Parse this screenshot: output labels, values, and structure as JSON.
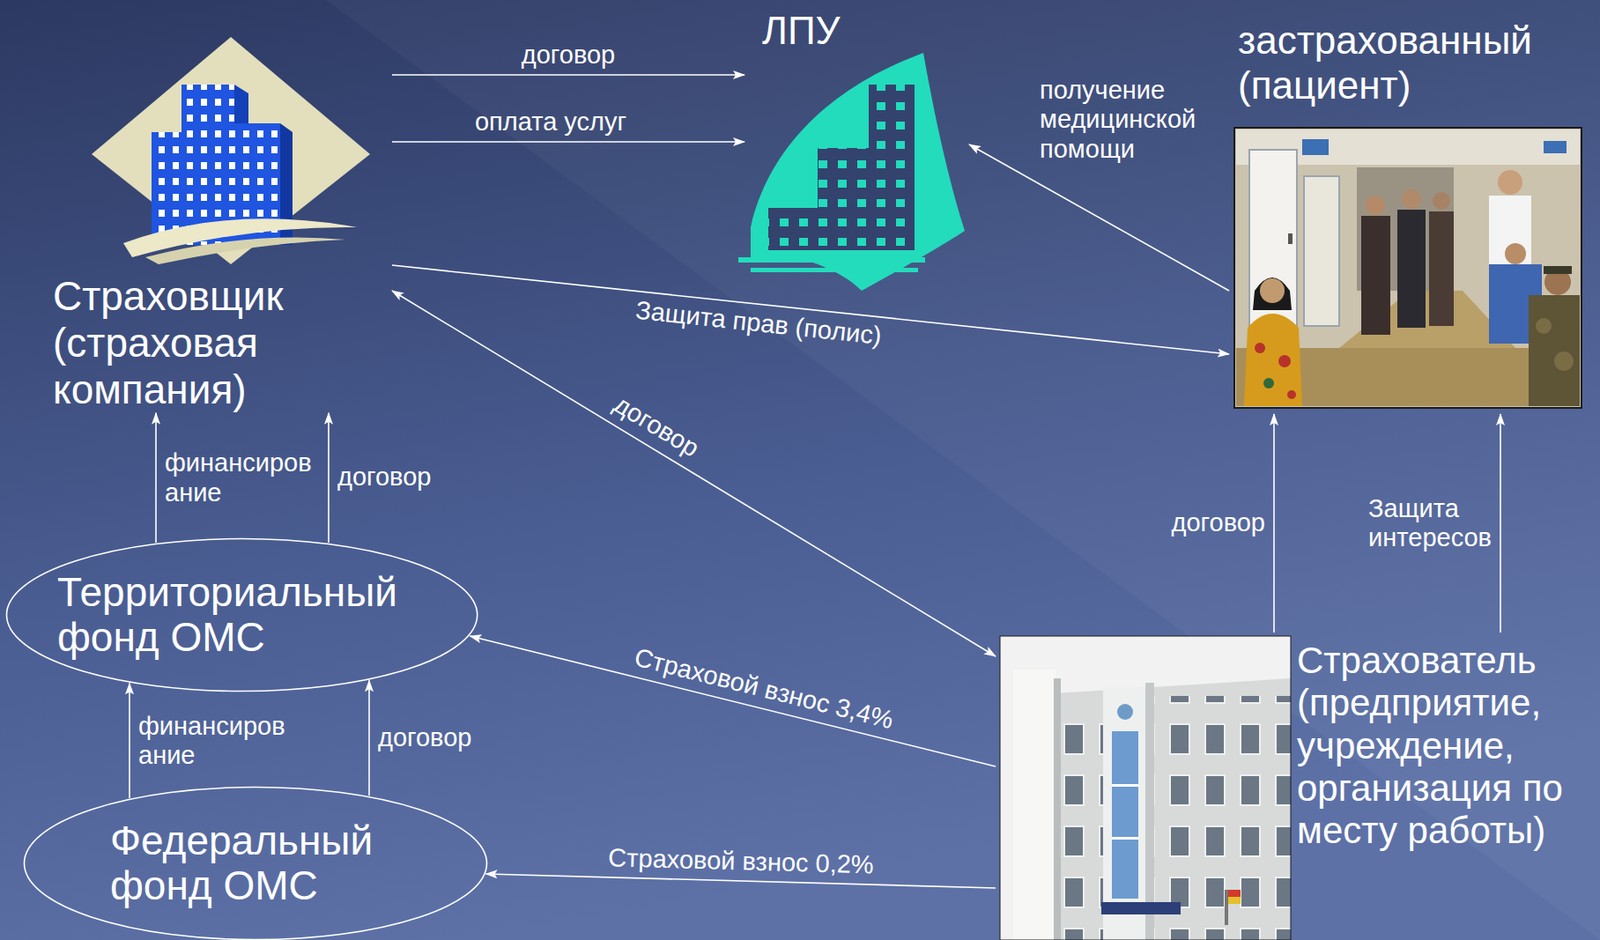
{
  "diagram": {
    "nodes": [
      {
        "text": [
          "Страховщик (страховая компания)"
        ]
      },
      {
        "text": [
          "ЛПУ"
        ]
      },
      {
        "text": [
          "застрахованный (пациент)"
        ]
      },
      {
        "text": [
          "Территориальный фонд ОМС"
        ]
      },
      {
        "text": [
          "Федеральный фонд ОМС"
        ]
      },
      {
        "text": [
          "Страхователь (предприятие, учреждение, организация по месту работы)"
        ]
      }
    ],
    "edges": [
      {
        "from": 0,
        "to": 1,
        "label": "договор",
        "arrow": "to"
      },
      {
        "from": 0,
        "to": 1,
        "label": "оплата услуг",
        "arrow": "to"
      },
      {
        "from": 2,
        "to": 1,
        "label": "получение медицинской помощи",
        "arrow": "to"
      },
      {
        "from": 0,
        "to": 2,
        "label": "Защита прав (полис)",
        "arrow": "to"
      },
      {
        "from": 0,
        "to": 5,
        "label": "договор",
        "arrow": "both"
      },
      {
        "from": 3,
        "to": 0,
        "label": "финансирование",
        "arrow": "to"
      },
      {
        "from": 3,
        "to": 0,
        "label": "договор",
        "arrow": "to"
      },
      {
        "from": 5,
        "to": 3,
        "label": "Страховой взнос 3,4%",
        "arrow": "to"
      },
      {
        "from": 4,
        "to": 3,
        "label": "финансирование",
        "arrow": "to"
      },
      {
        "from": 4,
        "to": 3,
        "label": "договор",
        "arrow": "to"
      },
      {
        "from": 5,
        "to": 4,
        "label": "Страховой взнос 0,2%",
        "arrow": "to"
      },
      {
        "from": 5,
        "to": 2,
        "label": "договор",
        "arrow": "to"
      },
      {
        "from": 5,
        "to": 2,
        "label": "Защита интересов",
        "arrow": "to"
      }
    ]
  }
}
